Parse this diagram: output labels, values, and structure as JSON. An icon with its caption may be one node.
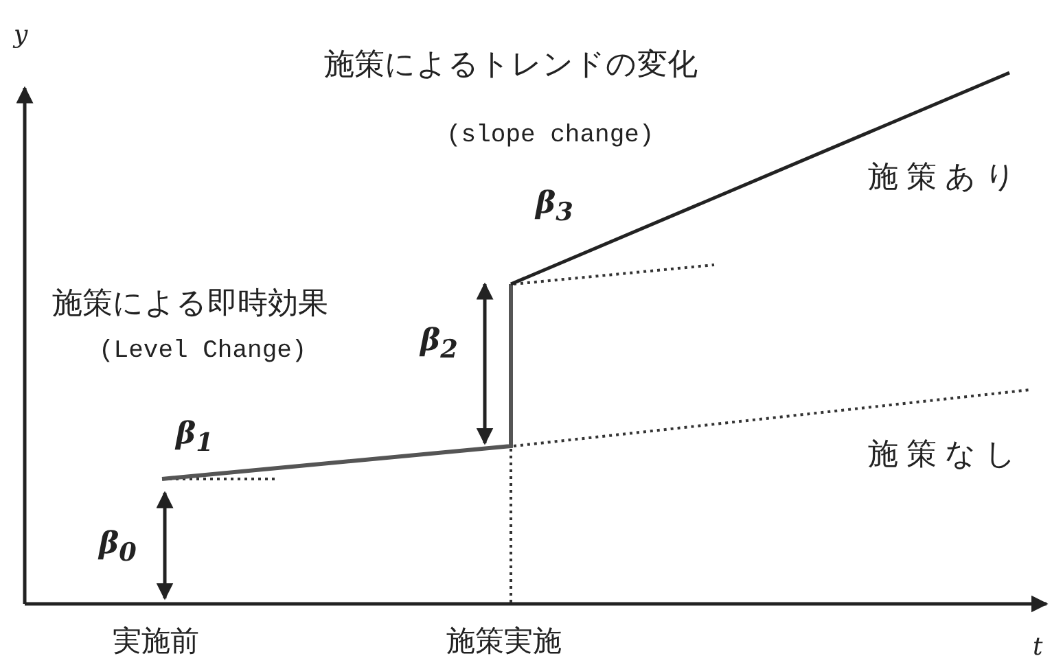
{
  "diagram": {
    "labels": [
      "y",
      "施策によるトレンドの変化",
      "(slope change)",
      "施策あり",
      "β$_{3}$",
      "施策による即時効果",
      "(Level Change)",
      "β$_{2}$",
      "β$_{1}$",
      "施策なし",
      "β$_{0}$",
      "実施前",
      "施策実施",
      "t"
    ]
  }
}
